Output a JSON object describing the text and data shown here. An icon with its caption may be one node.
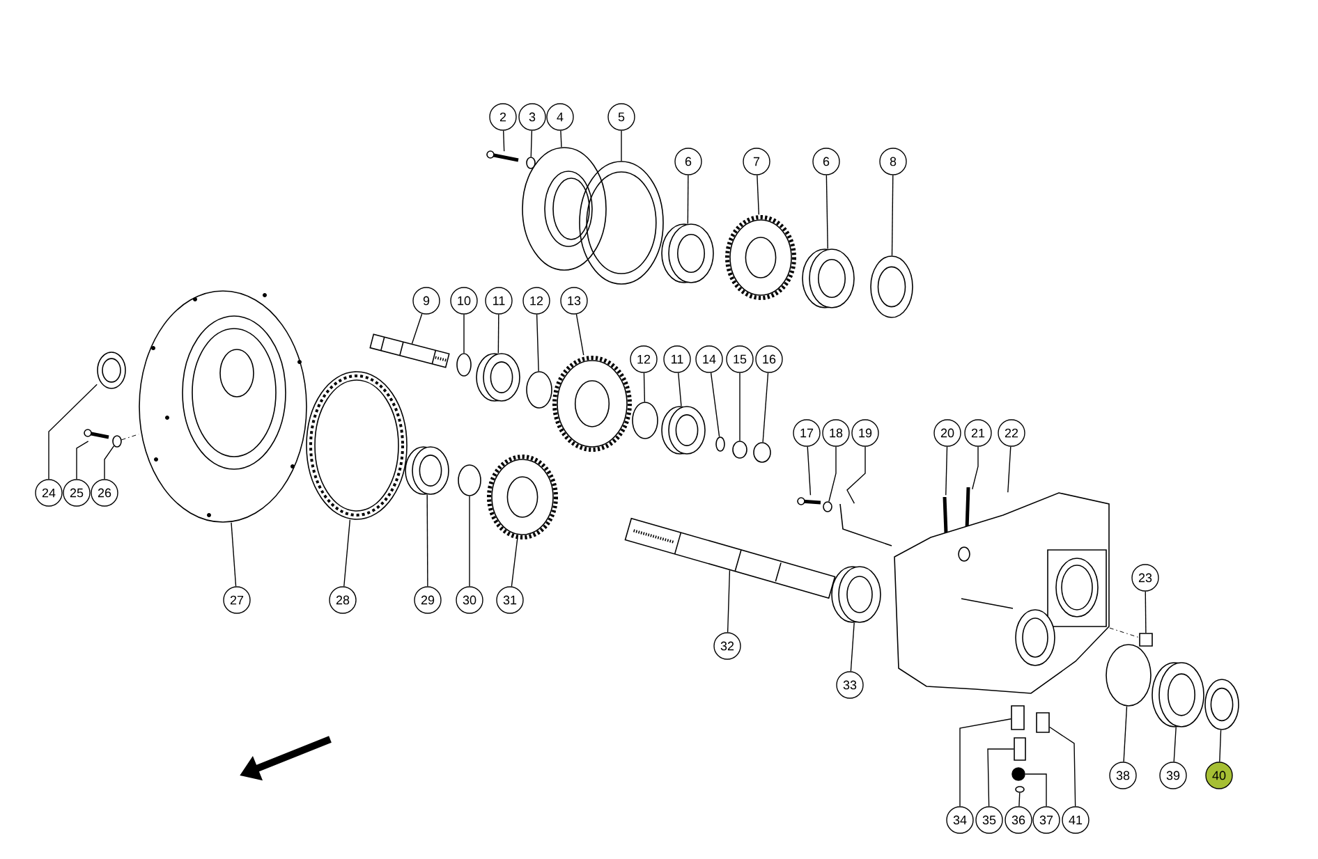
{
  "diagram": {
    "nodes": [
      {
        "text": [
          "2"
        ]
      },
      {
        "text": [
          "3"
        ]
      },
      {
        "text": [
          "4"
        ]
      },
      {
        "text": [
          "5"
        ]
      },
      {
        "text": [
          "6"
        ]
      },
      {
        "text": [
          "7"
        ]
      },
      {
        "text": [
          "6"
        ]
      },
      {
        "text": [
          "8"
        ]
      },
      {
        "text": [
          "9"
        ]
      },
      {
        "text": [
          "10"
        ]
      },
      {
        "text": [
          "11"
        ]
      },
      {
        "text": [
          "12"
        ]
      },
      {
        "text": [
          "13"
        ]
      },
      {
        "text": [
          "12"
        ]
      },
      {
        "text": [
          "11"
        ]
      },
      {
        "text": [
          "14"
        ]
      },
      {
        "text": [
          "15"
        ]
      },
      {
        "text": [
          "16"
        ]
      },
      {
        "text": [
          "17"
        ]
      },
      {
        "text": [
          "18"
        ]
      },
      {
        "text": [
          "19"
        ]
      },
      {
        "text": [
          "20"
        ]
      },
      {
        "text": [
          "21"
        ]
      },
      {
        "text": [
          "22"
        ]
      },
      {
        "text": [
          "23"
        ]
      },
      {
        "text": [
          "24"
        ]
      },
      {
        "text": [
          "25"
        ]
      },
      {
        "text": [
          "26"
        ]
      },
      {
        "text": [
          "27"
        ]
      },
      {
        "text": [
          "28"
        ]
      },
      {
        "text": [
          "29"
        ]
      },
      {
        "text": [
          "30"
        ]
      },
      {
        "text": [
          "31"
        ]
      },
      {
        "text": [
          "32"
        ]
      },
      {
        "text": [
          "33"
        ]
      },
      {
        "text": [
          "34"
        ]
      },
      {
        "text": [
          "35"
        ]
      },
      {
        "text": [
          "36"
        ]
      },
      {
        "text": [
          "37"
        ]
      },
      {
        "text": [
          "41"
        ]
      },
      {
        "text": [
          "38"
        ]
      },
      {
        "text": [
          "39"
        ]
      },
      {
        "text": [
          "40"
        ]
      },
      {
        "text": [],
        "shape": "picture"
      },
      {
        "text": [],
        "shape": "circle"
      },
      {
        "text": [],
        "shape": "picture"
      },
      {
        "text": [],
        "shape": "picture"
      },
      {
        "text": [],
        "shape": "picture"
      },
      {
        "text": [],
        "shape": "picture"
      },
      {
        "text": [],
        "shape": "picture"
      },
      {
        "text": [],
        "shape": "picture"
      },
      {
        "text": [],
        "shape": "picture"
      },
      {
        "text": [],
        "shape": "circle"
      },
      {
        "text": [],
        "shape": "picture"
      },
      {
        "text": [],
        "shape": "circle"
      },
      {
        "text": [],
        "shape": "picture"
      },
      {
        "text": [],
        "shape": "circle"
      },
      {
        "text": [],
        "shape": "picture"
      },
      {
        "text": [],
        "shape": "circle"
      },
      {
        "text": [],
        "shape": "circle"
      },
      {
        "text": [],
        "shape": "circle"
      },
      {
        "text": [],
        "shape": "picture"
      },
      {
        "text": [],
        "shape": "circle"
      },
      {
        "text": [],
        "shape": "picture"
      },
      {
        "text": [],
        "shape": "picture"
      },
      {
        "text": [],
        "shape": "picture"
      },
      {
        "text": [],
        "shape": "picture"
      },
      {
        "text": [],
        "shape": "box"
      },
      {
        "text": [],
        "shape": "picture"
      },
      {
        "text": [],
        "shape": "picture"
      },
      {
        "text": [],
        "shape": "circle"
      },
      {
        "text": [],
        "shape": "picture"
      },
      {
        "text": [],
        "shape": "picture"
      },
      {
        "text": [],
        "shape": "picture"
      },
      {
        "text": [],
        "shape": "circle"
      },
      {
        "text": [],
        "shape": "picture"
      },
      {
        "text": [],
        "shape": "picture"
      },
      {
        "text": [],
        "shape": "picture"
      },
      {
        "text": [],
        "shape": "box"
      },
      {
        "text": [],
        "shape": "box"
      },
      {
        "text": [],
        "shape": "circle"
      },
      {
        "text": [],
        "shape": "circle"
      },
      {
        "text": [],
        "shape": "box"
      },
      {
        "text": [],
        "shape": "circle"
      },
      {
        "text": [],
        "shape": "picture"
      },
      {
        "text": [],
        "shape": "picture"
      }
    ],
    "edges": [
      {
        "from": 0,
        "to": 43,
        "arrow": "none"
      },
      {
        "from": 1,
        "to": 44,
        "arrow": "none"
      },
      {
        "from": 2,
        "to": 45,
        "arrow": "none"
      },
      {
        "from": 3,
        "to": 46,
        "arrow": "none"
      },
      {
        "from": 4,
        "to": 47,
        "arrow": "none"
      },
      {
        "from": 5,
        "to": 48,
        "arrow": "none"
      },
      {
        "from": 6,
        "to": 49,
        "arrow": "none"
      },
      {
        "from": 7,
        "to": 50,
        "arrow": "none"
      },
      {
        "from": 8,
        "to": 51,
        "arrow": "none"
      },
      {
        "from": 9,
        "to": 52,
        "arrow": "none"
      },
      {
        "from": 10,
        "to": 53,
        "arrow": "none"
      },
      {
        "from": 11,
        "to": 54,
        "arrow": "none"
      },
      {
        "from": 12,
        "to": 55,
        "arrow": "none"
      },
      {
        "from": 13,
        "to": 56,
        "arrow": "none"
      },
      {
        "from": 14,
        "to": 57,
        "arrow": "none"
      },
      {
        "from": 15,
        "to": 58,
        "arrow": "none"
      },
      {
        "from": 16,
        "to": 59,
        "arrow": "none"
      },
      {
        "from": 17,
        "to": 60,
        "arrow": "none"
      },
      {
        "from": 18,
        "to": 61,
        "arrow": "none"
      },
      {
        "from": 19,
        "to": 62,
        "arrow": "none"
      },
      {
        "from": 20,
        "to": 63,
        "arrow": "none"
      },
      {
        "from": 21,
        "to": 64,
        "arrow": "none"
      },
      {
        "from": 22,
        "to": 65,
        "arrow": "none"
      },
      {
        "from": 23,
        "to": 66,
        "arrow": "none"
      },
      {
        "from": 24,
        "to": 67,
        "arrow": "none"
      },
      {
        "from": 25,
        "to": 68,
        "arrow": "none"
      },
      {
        "from": 26,
        "to": 69,
        "arrow": "none"
      },
      {
        "from": 27,
        "to": 70,
        "arrow": "none"
      },
      {
        "from": 28,
        "to": 71,
        "arrow": "none"
      },
      {
        "from": 29,
        "to": 72,
        "arrow": "none"
      },
      {
        "from": 30,
        "to": 73,
        "arrow": "none"
      },
      {
        "from": 31,
        "to": 74,
        "arrow": "none"
      },
      {
        "from": 32,
        "to": 75,
        "arrow": "none"
      },
      {
        "from": 33,
        "to": 76,
        "arrow": "none"
      },
      {
        "from": 34,
        "to": 77,
        "arrow": "none"
      },
      {
        "from": 35,
        "to": 78,
        "arrow": "none"
      },
      {
        "from": 36,
        "to": 79,
        "arrow": "none"
      },
      {
        "from": 37,
        "to": 80,
        "arrow": "none"
      },
      {
        "from": 38,
        "to": 81,
        "arrow": "none"
      },
      {
        "from": 39,
        "to": 82,
        "arrow": "none"
      },
      {
        "from": 40,
        "to": 83,
        "arrow": "none"
      },
      {
        "from": 41,
        "to": 84,
        "arrow": "none"
      },
      {
        "from": 42,
        "to": 85,
        "arrow": "none"
      },
      {
        "from": 70,
        "to": 71,
        "arrow": "none",
        "style": "dashed"
      },
      {
        "from": 66,
        "to": 67,
        "arrow": "none",
        "style": "dashed"
      }
    ]
  }
}
